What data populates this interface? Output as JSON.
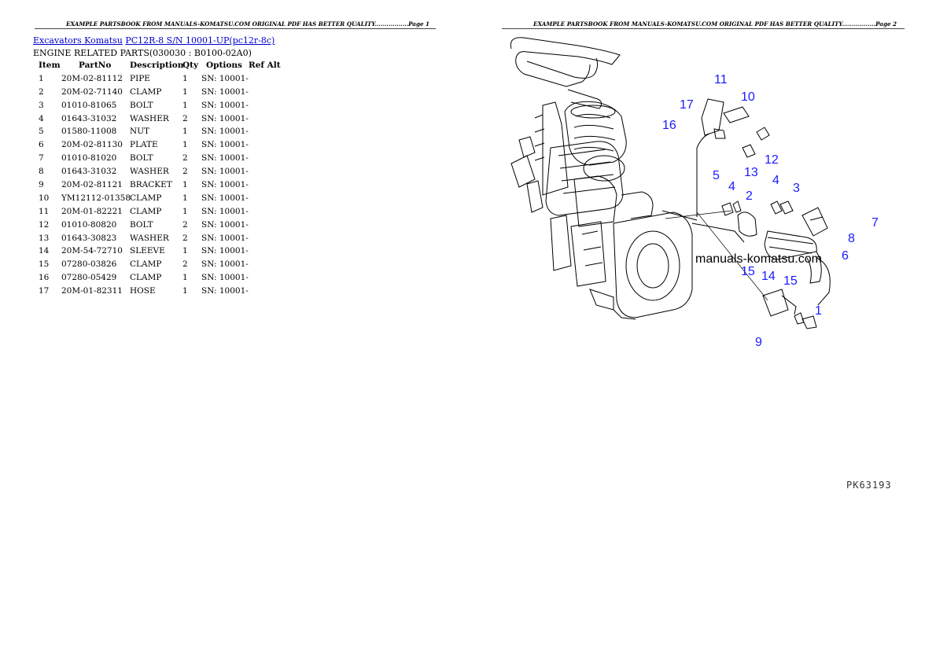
{
  "headers": {
    "left": "EXAMPLE PARTSBOOK FROM MANUALS-KOMATSU.COM ORIGINAL PDF HAS BETTER QUALITY.................Page 1",
    "right": "EXAMPLE PARTSBOOK FROM MANUALS-KOMATSU.COM ORIGINAL PDF HAS BETTER QUALITY.................Page 2"
  },
  "breadcrumb": {
    "link1": "Excavators Komatsu",
    "link2": "PC12R-8 S/N 10001-UP(pc12r-8c)"
  },
  "section_title": "ENGINE RELATED PARTS(030030 : B0100-02A0)",
  "table": {
    "headers": {
      "item": "Item",
      "partno": "PartNo",
      "description": "Description",
      "qty": "Qty",
      "options": "Options",
      "refalt": "Ref Alt"
    },
    "rows": [
      {
        "item": "1",
        "partno": "20M-02-81112",
        "description": "PIPE",
        "qty": "1",
        "options": "SN: 10001-"
      },
      {
        "item": "2",
        "partno": "20M-02-71140",
        "description": "CLAMP",
        "qty": "1",
        "options": "SN: 10001-"
      },
      {
        "item": "3",
        "partno": "01010-81065",
        "description": "BOLT",
        "qty": "1",
        "options": "SN: 10001-"
      },
      {
        "item": "4",
        "partno": "01643-31032",
        "description": "WASHER",
        "qty": "2",
        "options": "SN: 10001-"
      },
      {
        "item": "5",
        "partno": "01580-11008",
        "description": "NUT",
        "qty": "1",
        "options": "SN: 10001-"
      },
      {
        "item": "6",
        "partno": "20M-02-81130",
        "description": "PLATE",
        "qty": "1",
        "options": "SN: 10001-"
      },
      {
        "item": "7",
        "partno": "01010-81020",
        "description": "BOLT",
        "qty": "2",
        "options": "SN: 10001-"
      },
      {
        "item": "8",
        "partno": "01643-31032",
        "description": "WASHER",
        "qty": "2",
        "options": "SN: 10001-"
      },
      {
        "item": "9",
        "partno": "20M-02-81121",
        "description": "BRACKET",
        "qty": "1",
        "options": "SN: 10001-"
      },
      {
        "item": "10",
        "partno": "YM12112-01358",
        "description": "CLAMP",
        "qty": "1",
        "options": "SN: 10001-"
      },
      {
        "item": "11",
        "partno": "20M-01-82221",
        "description": "CLAMP",
        "qty": "1",
        "options": "SN: 10001-"
      },
      {
        "item": "12",
        "partno": "01010-80820",
        "description": "BOLT",
        "qty": "2",
        "options": "SN: 10001-"
      },
      {
        "item": "13",
        "partno": "01643-30823",
        "description": "WASHER",
        "qty": "2",
        "options": "SN: 10001-"
      },
      {
        "item": "14",
        "partno": "20M-54-72710",
        "description": "SLEEVE",
        "qty": "1",
        "options": "SN: 10001-"
      },
      {
        "item": "15",
        "partno": "07280-03826",
        "description": "CLAMP",
        "qty": "2",
        "options": "SN: 10001-"
      },
      {
        "item": "16",
        "partno": "07280-05429",
        "description": "CLAMP",
        "qty": "1",
        "options": "SN: 10001-"
      },
      {
        "item": "17",
        "partno": "20M-01-82311",
        "description": "HOSE",
        "qty": "1",
        "options": "SN: 10001-"
      }
    ]
  },
  "diagram": {
    "callouts": [
      "11",
      "10",
      "17",
      "16",
      "12",
      "13",
      "5",
      "4",
      "2",
      "4",
      "3",
      "7",
      "8",
      "6",
      "15",
      "14",
      "15",
      "1",
      "9"
    ],
    "watermark": "manuals-komatsu.com",
    "accent_color": "#1a1aff",
    "drawing_code": "PK63193"
  }
}
